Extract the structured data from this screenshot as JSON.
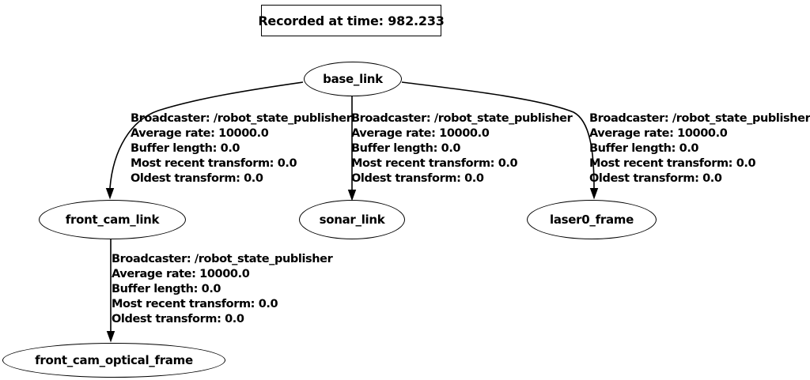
{
  "title": {
    "label": "Recorded at time: 982.233"
  },
  "colors": {
    "stroke": "#000000",
    "background": "#ffffff",
    "text": "#000000"
  },
  "nodes": {
    "base_link": {
      "label": "base_link"
    },
    "front_cam_link": {
      "label": "front_cam_link"
    },
    "sonar_link": {
      "label": "sonar_link"
    },
    "laser0_frame": {
      "label": "laser0_frame"
    },
    "front_cam_optical_frame": {
      "label": "front_cam_optical_frame"
    }
  },
  "edges": [
    {
      "from": "base_link",
      "to": "front_cam_link",
      "label_lines": [
        "Broadcaster: /robot_state_publisher",
        "Average rate: 10000.0",
        "Buffer length: 0.0",
        "Most recent transform: 0.0",
        "Oldest transform: 0.0"
      ]
    },
    {
      "from": "base_link",
      "to": "sonar_link",
      "label_lines": [
        "Broadcaster: /robot_state_publisher",
        "Average rate: 10000.0",
        "Buffer length: 0.0",
        "Most recent transform: 0.0",
        "Oldest transform: 0.0"
      ]
    },
    {
      "from": "base_link",
      "to": "laser0_frame",
      "label_lines": [
        "Broadcaster: /robot_state_publisher",
        "Average rate: 10000.0",
        "Buffer length: 0.0",
        "Most recent transform: 0.0",
        "Oldest transform: 0.0"
      ]
    },
    {
      "from": "front_cam_link",
      "to": "front_cam_optical_frame",
      "label_lines": [
        "Broadcaster: /robot_state_publisher",
        "Average rate: 10000.0",
        "Buffer length: 0.0",
        "Most recent transform: 0.0",
        "Oldest transform: 0.0"
      ]
    }
  ]
}
